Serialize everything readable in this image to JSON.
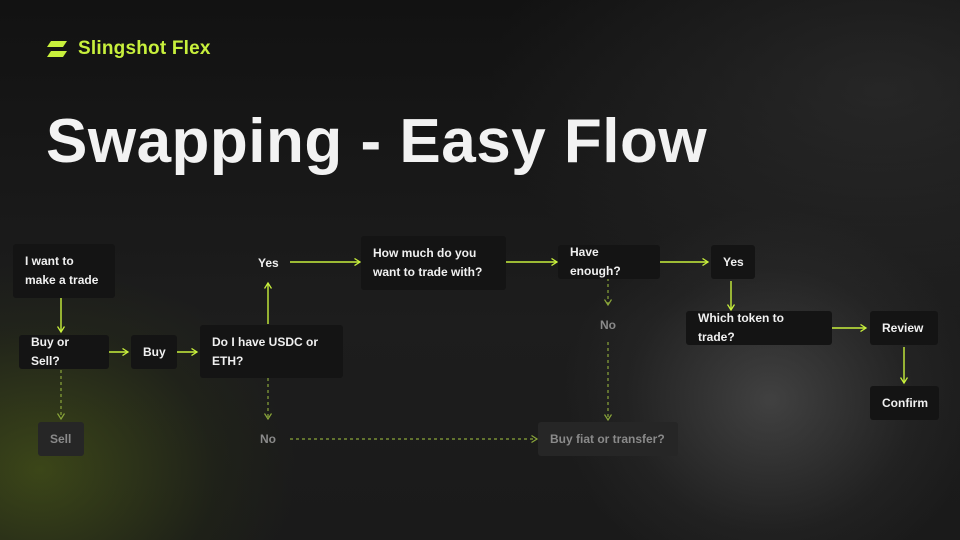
{
  "brand": {
    "name": "Slingshot Flex",
    "accent": "#c8f03c",
    "icon": "slingshot-logo-icon"
  },
  "title": "Swapping - Easy Flow",
  "colors": {
    "arrow": "#c8f03c",
    "node_bg": "#141414",
    "dim_node_bg": "#262626",
    "dim_text": "#8a8a8a"
  },
  "nodes": {
    "want_trade": "I want to make a trade",
    "buy_or_sell": "Buy or Sell?",
    "sell": "Sell",
    "buy": "Buy",
    "have_usdc": "Do I have USDC or ETH?",
    "yes_1": "Yes",
    "no_1": "No",
    "how_much": "How much do you want to trade with?",
    "have_enough": "Have enough?",
    "no_2": "No",
    "buy_fiat": "Buy fiat or transfer?",
    "yes_2": "Yes",
    "which_token": "Which token to trade?",
    "review": "Review",
    "confirm": "Confirm"
  }
}
